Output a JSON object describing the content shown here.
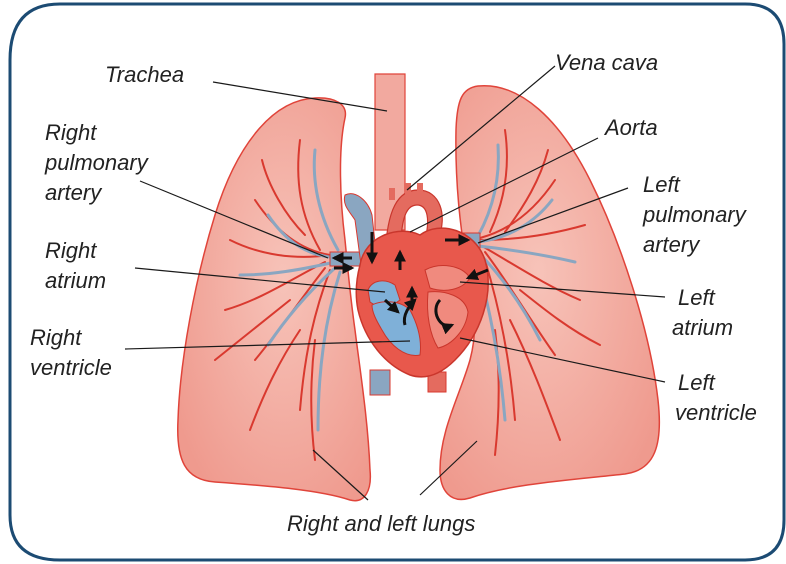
{
  "colors": {
    "frame": "#1c4b73",
    "lung_fill": "#f0a59b",
    "lung_edge": "#e0443a",
    "vessel_red": "#d9392f",
    "vessel_blue": "#8aa6c1",
    "heart_blue": "#7fb0d8",
    "arrow": "#111111"
  },
  "labels": {
    "trachea": "Trachea",
    "vena_cava": "Vena cava",
    "aorta": "Aorta",
    "right_pulmonary_artery": [
      "Right",
      "pulmonary",
      "artery"
    ],
    "left_pulmonary_artery": [
      "Left",
      "pulmonary",
      "artery"
    ],
    "right_atrium": [
      "Right",
      "atrium"
    ],
    "left_atrium": [
      "Left",
      "atrium"
    ],
    "right_ventricle": [
      "Right",
      "ventricle"
    ],
    "left_ventricle": [
      "Left",
      "ventricle"
    ],
    "lungs": "Right and left lungs"
  },
  "icons": {
    "lungs": "lungs-illustration",
    "heart": "heart-illustration",
    "flow": "blood-flow-arrow-icon"
  }
}
